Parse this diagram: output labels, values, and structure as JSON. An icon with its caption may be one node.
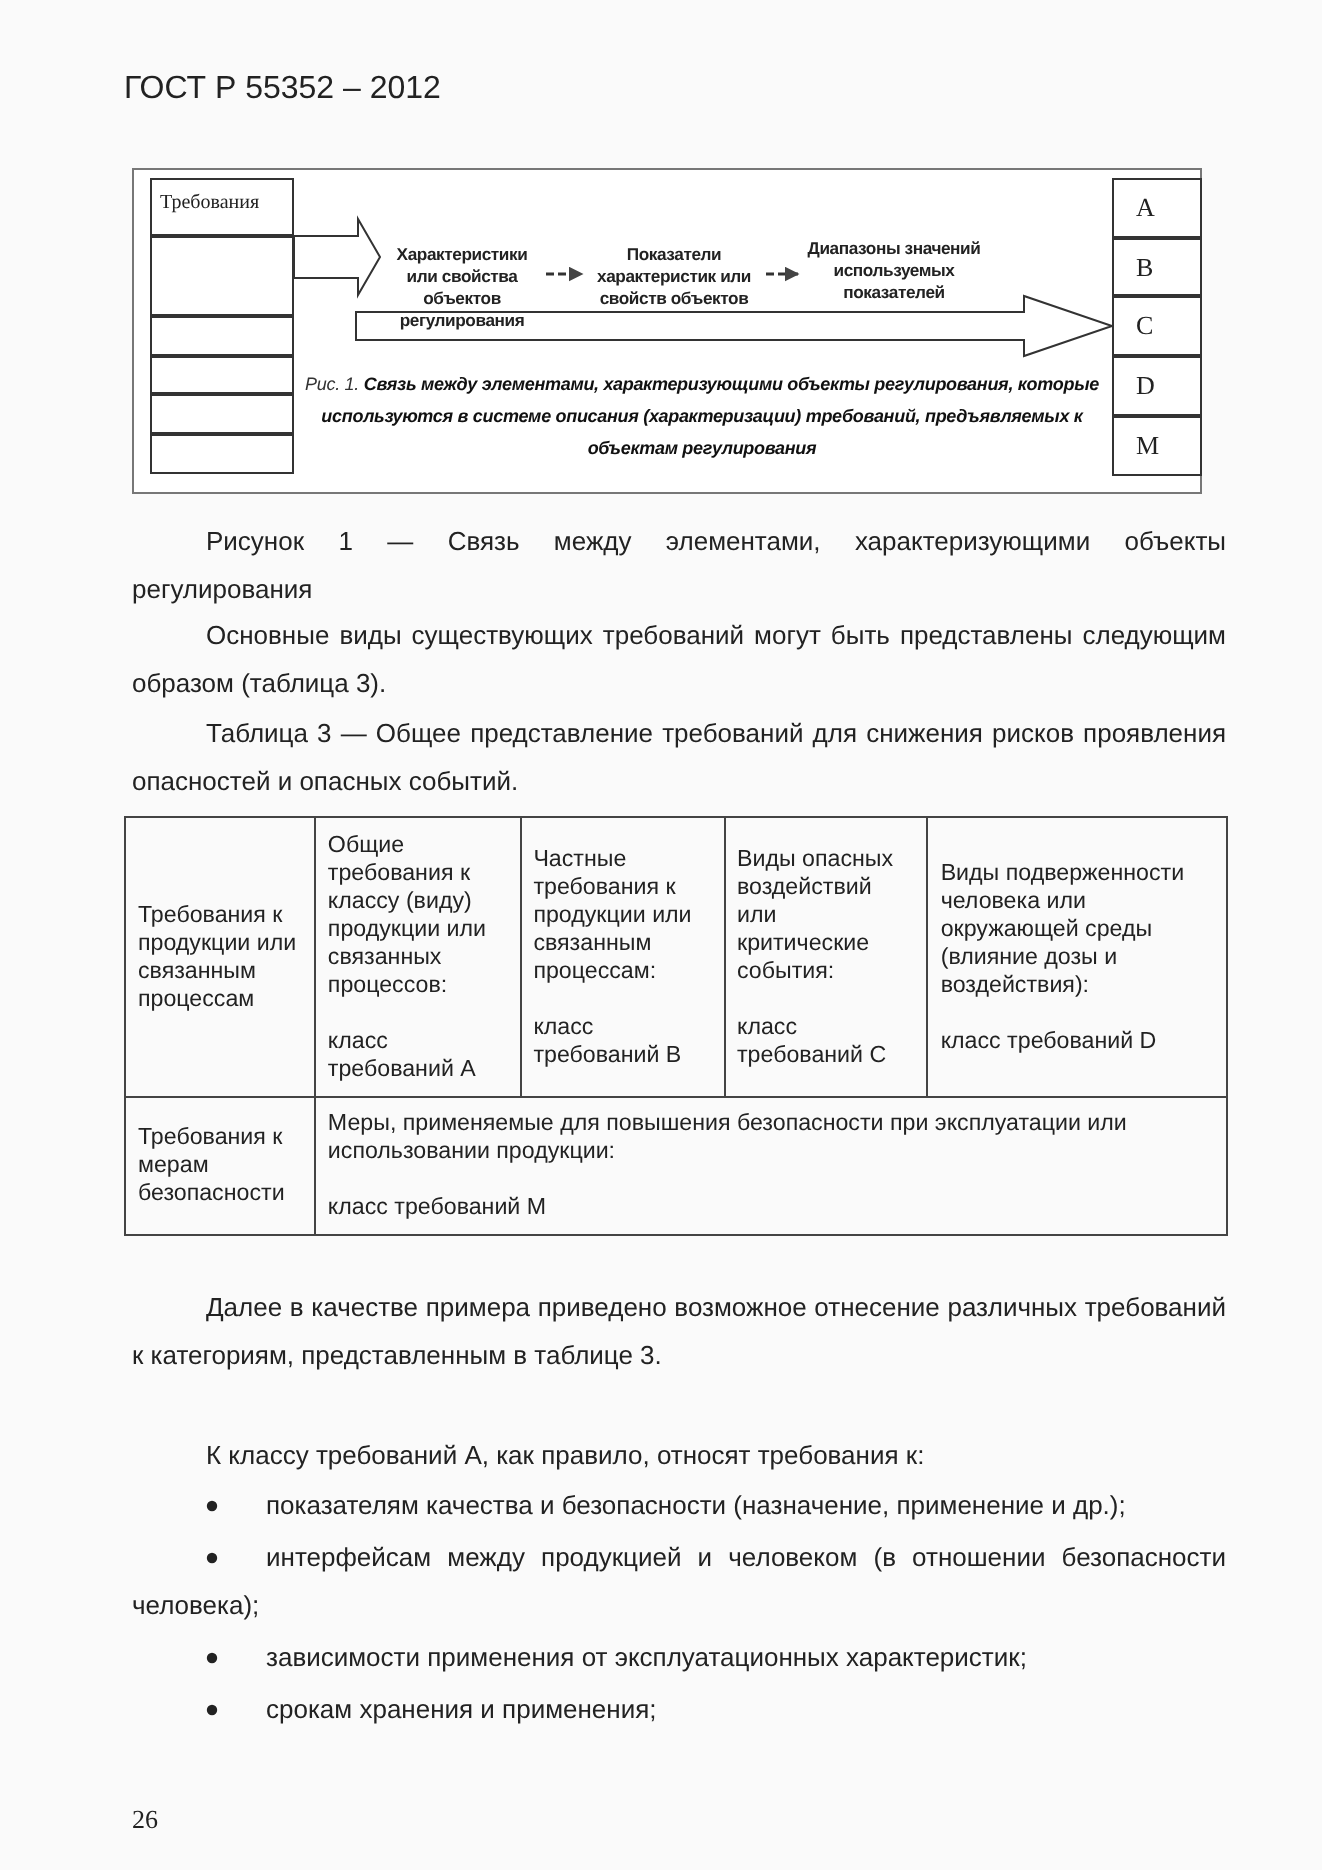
{
  "diagram": {
    "caption": "Рисунок 1 — Связь между элементами, характеризующими объекты регулирования",
    "nodes": [
      {
        "text": [
          "Требования"
        ]
      },
      {
        "text": [],
        "shape": "box"
      },
      {
        "text": [],
        "shape": "box"
      },
      {
        "text": [],
        "shape": "box"
      },
      {
        "text": [],
        "shape": "box"
      },
      {
        "text": [],
        "shape": "box"
      },
      {
        "text": [
          "Характеристики или свойства объектов регулирования"
        ]
      },
      {
        "text": [
          "Показатели характеристик или свойств объектов"
        ]
      },
      {
        "text": [
          "Диапазоны значений используемых показателей"
        ]
      },
      {
        "text": [
          "A"
        ]
      },
      {
        "text": [
          "B"
        ]
      },
      {
        "text": [
          "C"
        ]
      },
      {
        "text": [
          "D"
        ]
      },
      {
        "text": [
          "M"
        ]
      }
    ],
    "edges": [
      {
        "from": 1,
        "to": 6,
        "arrow": "to"
      },
      {
        "from": 6,
        "to": 7,
        "arrow": "to",
        "style": "dashed"
      },
      {
        "from": 7,
        "to": 8,
        "arrow": "to",
        "style": "dashed"
      },
      {
        "from": null,
        "to": 11,
        "arrow": "to"
      }
    ],
    "labels": [
      "ГОСТ Р 55352 – 2012",
      "Рис. 1. **Связь между элементами, характеризующими объекты регулирования, которые используются в системе описания (характеризации) требований, предъявляемых к объектам регулирования**",
      "Основные виды существующих требований могут быть представлены следующим образом (таблица 3).",
      "Таблица 3 — Общее представление требований для снижения рисков проявления опасностей и опасных событий.",
      "Требования к продукции или связанным процессам",
      "Общие требования к классу (виду) продукции или связанных процессов:",
      "класс требований A",
      "Частные требования к продукции или связанным процессам:",
      "класс требований B",
      "Виды опасных воздействий или критические события:",
      "класс требований C",
      "Виды подверженности человека или окружающей среды (влияние дозы и воздействия):",
      "класс требований D",
      "Требования к мерам безопасности",
      "Меры, применяемые для повышения безопасности при эксплуатации или использовании продукции:",
      "класс требований M",
      "Далее в качестве примера приведено возможное отнесение различных требований к категориям, представленным в таблице 3.",
      "К классу требований А, как правило, относят требования к:",
      "показателям качества и безопасности (назначение, применение и др.);",
      "интерфейсам между продукцией и человеком (в отношении безопасности человека);",
      "зависимости применения от эксплуатационных характеристик;",
      "срокам хранения и применения;",
      "26"
    ]
  }
}
